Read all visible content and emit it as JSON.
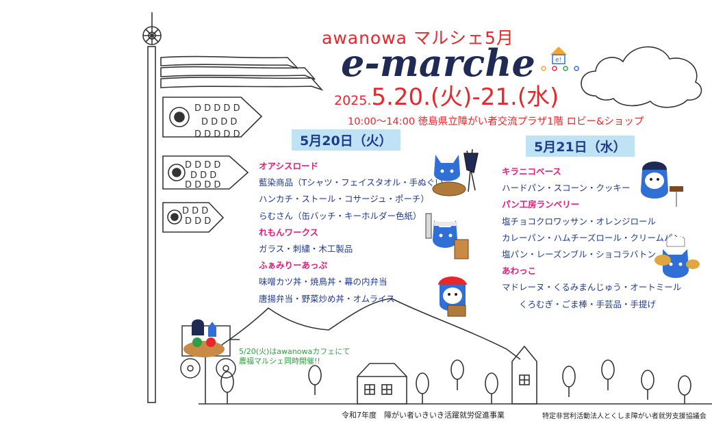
{
  "header": {
    "title": "awanowa マルシェ5月",
    "logo_text": "e-marche",
    "year": "2025.",
    "dates": "5.20.(火)-21.(水)",
    "time_venue": "10:00〜14:00 徳島県立障がい者交流プラザ1階 ロビー&ショップ"
  },
  "day1": {
    "banner": "5月20日（火）",
    "entries": [
      {
        "text": "オアシスロード",
        "kind": "shop"
      },
      {
        "text": "藍染商品（Tシャツ・フェイスタオル・手ぬぐい",
        "kind": "item"
      },
      {
        "text": "ハンカチ・ストール・コサージュ・ポーチ）",
        "kind": "item"
      },
      {
        "text": "らむさん（缶バッチ・キーホルダー色紙）",
        "kind": "item"
      },
      {
        "text": "れもんワークス",
        "kind": "shop"
      },
      {
        "text": "ガラス・刺繍・木工製品",
        "kind": "item"
      },
      {
        "text": "ふぁみりーあっぷ",
        "kind": "shop"
      },
      {
        "text": "味噌カツ丼・焼鳥丼・幕の内弁当",
        "kind": "item"
      },
      {
        "text": "唐揚弁当・野菜炒め丼・オムライス",
        "kind": "item"
      }
    ]
  },
  "day2": {
    "banner": "5月21日（水）",
    "entries": [
      {
        "text": "キラニコベース",
        "kind": "shop"
      },
      {
        "text": "ハードパン・スコーン・クッキー",
        "kind": "item"
      },
      {
        "text": "パン工房ランベリー",
        "kind": "shop"
      },
      {
        "text": "塩チョコクロワッサン・オレンジロール",
        "kind": "item"
      },
      {
        "text": "カレーパン・ハムチーズロール・クリームパン",
        "kind": "item"
      },
      {
        "text": "塩パン・レーズンブル・ショコラバトン",
        "kind": "item"
      },
      {
        "text": "あわっこ",
        "kind": "shop"
      },
      {
        "text": "マドレーヌ・くるみまんじゅう・オートミール",
        "kind": "item"
      },
      {
        "text": "　　くろむぎ・ごま棒・手芸品・手提げ",
        "kind": "item"
      }
    ]
  },
  "note": {
    "line1": "5/20(火)はawanowaカフェにて",
    "line2": "農福マルシェ同時開催!!"
  },
  "footer": {
    "program": "令和7年度　障がい者いきいき活躍就労促進事業",
    "organizer": "特定非営利活動法人とくしま障がい者就労支援協議会"
  },
  "icons": [
    "koinobori-icon",
    "cloud-icon",
    "house-logo-icon",
    "mascot-cat-icon",
    "cart-icon",
    "mountain-icon",
    "tree-icon",
    "house-icon"
  ],
  "colors": {
    "accent_red": "#e8272a",
    "navy": "#1f2a55",
    "shop_pink": "#e6197d",
    "item_blue": "#1f3a93",
    "banner_bg": "#bfe3f5",
    "mascot_blue": "#2f6fd6",
    "note_green": "#2e9e44"
  }
}
